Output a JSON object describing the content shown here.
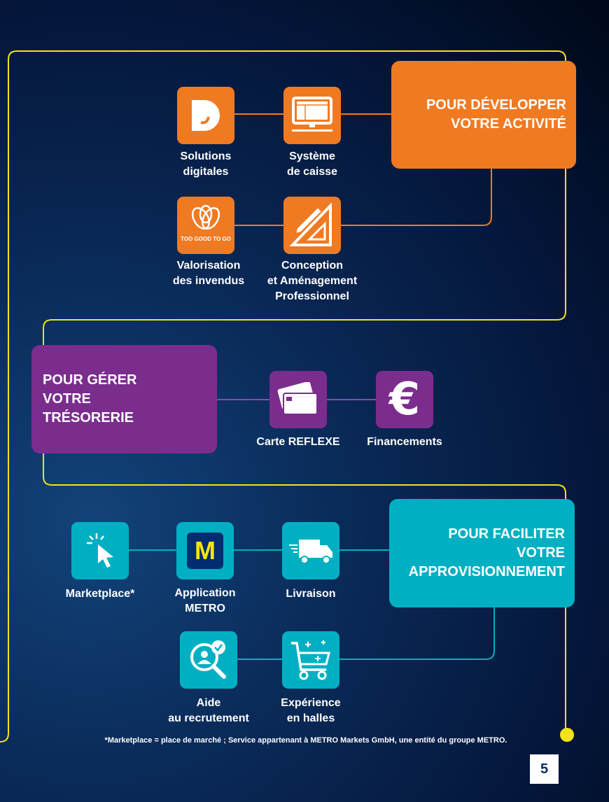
{
  "colors": {
    "orange": "#f07a22",
    "purple": "#7b2d8e",
    "teal": "#00b0c2",
    "yellow": "#f2e21a"
  },
  "sections": [
    {
      "title": [
        "POUR DÉVELOPPER",
        "VOTRE ACTIVITÉ"
      ],
      "items": [
        {
          "icon": "digital-d-icon",
          "label": [
            "Solutions",
            "digitales"
          ]
        },
        {
          "icon": "cash-register-monitor-icon",
          "label": [
            "Système",
            "de caisse"
          ]
        },
        {
          "icon": "too-good-to-go-logo-icon",
          "logo_text": "TOO GOOD TO GO",
          "label": [
            "Valorisation",
            "des invendus"
          ]
        },
        {
          "icon": "ruler-pencil-icon",
          "label": [
            "Conception",
            "et Aménagement",
            "Professionnel"
          ]
        }
      ]
    },
    {
      "title": [
        "POUR GÉRER",
        "VOTRE",
        "TRÉSORERIE"
      ],
      "items": [
        {
          "icon": "credit-card-icon",
          "label": [
            "Carte REFLEXE"
          ]
        },
        {
          "icon": "euro-icon",
          "label": [
            "Financements"
          ]
        }
      ]
    },
    {
      "title": [
        "POUR FACILITER",
        "VOTRE",
        "APPROVISIONNEMENT"
      ],
      "items": [
        {
          "icon": "cursor-click-icon",
          "label": [
            "Marketplace*"
          ]
        },
        {
          "icon": "metro-app-icon",
          "logo_text": "M",
          "label": [
            "Application",
            "METRO"
          ]
        },
        {
          "icon": "delivery-truck-icon",
          "label": [
            "Livraison"
          ]
        },
        {
          "icon": "recruitment-search-icon",
          "label": [
            "Aide",
            "au recrutement"
          ]
        },
        {
          "icon": "shopping-cart-icon",
          "label": [
            "Expérience",
            "en halles"
          ]
        }
      ]
    }
  ],
  "footnote": "*Marketplace = place de marché ; Service appartenant à METRO Markets GmbH, une entité du groupe METRO.",
  "page_number": "5"
}
